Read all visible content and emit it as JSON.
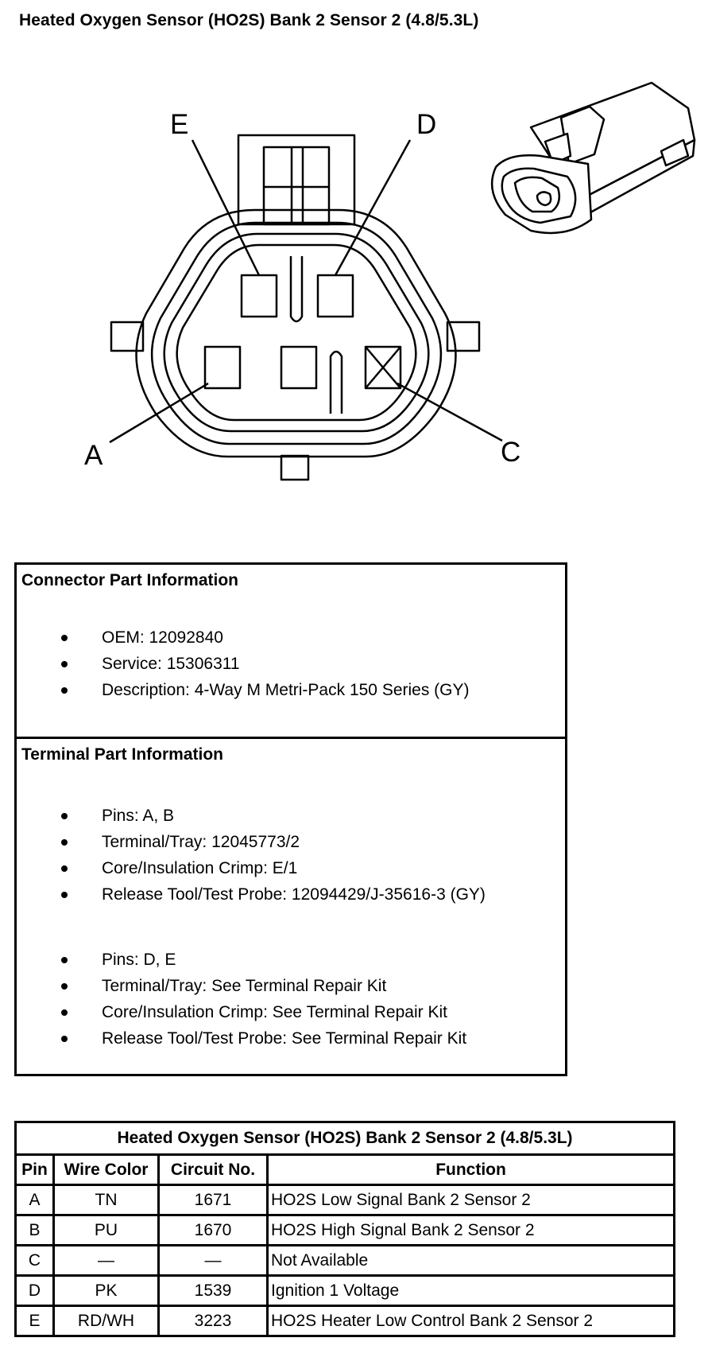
{
  "title": "Heated Oxygen Sensor (HO2S) Bank 2 Sensor 2 (4.8/5.3L)",
  "connector_labels": {
    "e": "E",
    "d": "D",
    "a": "A",
    "c": "C"
  },
  "connector_info": {
    "heading": "Connector Part Information",
    "items": [
      "OEM: 12092840",
      "Service: 15306311",
      "Description: 4-Way M Metri-Pack 150 Series (GY)"
    ]
  },
  "terminal_info": {
    "heading": "Terminal Part Information",
    "group1": [
      "Pins: A, B",
      "Terminal/Tray: 12045773/2",
      "Core/Insulation Crimp: E/1",
      "Release Tool/Test Probe: 12094429/J-35616-3 (GY)"
    ],
    "group2": [
      "Pins: D, E",
      "Terminal/Tray: See Terminal Repair Kit",
      "Core/Insulation Crimp: See Terminal Repair Kit",
      "Release Tool/Test Probe: See Terminal Repair Kit"
    ]
  },
  "pin_table": {
    "caption": "Heated Oxygen Sensor (HO2S) Bank 2 Sensor 2 (4.8/5.3L)",
    "headers": [
      "Pin",
      "Wire Color",
      "Circuit No.",
      "Function"
    ],
    "rows": [
      [
        "A",
        "TN",
        "1671",
        "HO2S Low Signal Bank 2 Sensor 2"
      ],
      [
        "B",
        "PU",
        "1670",
        "HO2S High Signal Bank 2 Sensor 2"
      ],
      [
        "C",
        "—",
        "—",
        "Not Available"
      ],
      [
        "D",
        "PK",
        "1539",
        "Ignition 1 Voltage"
      ],
      [
        "E",
        "RD/WH",
        "3223",
        "HO2S Heater Low Control Bank 2 Sensor 2"
      ]
    ]
  }
}
